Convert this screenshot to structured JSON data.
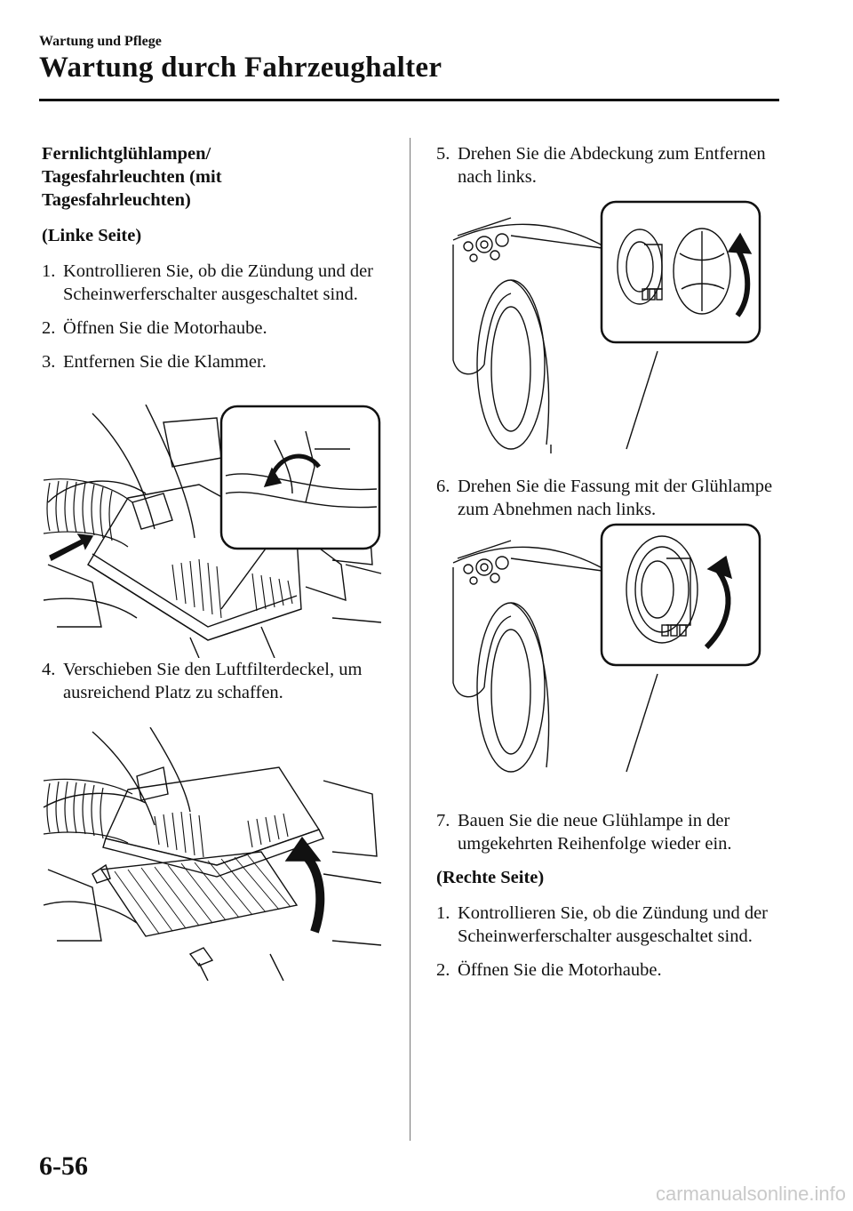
{
  "header": {
    "section": "Wartung und Pflege",
    "title": "Wartung durch Fahrzeughalter"
  },
  "left_column": {
    "heading": "Fernlichtglühlampen/ Tagesfahrleuchten (mit Tagesfahrleuchten)",
    "subheading": "(Linke Seite)",
    "steps": [
      {
        "num": "1.",
        "text": "Kontrollieren Sie, ob die Zündung und der Scheinwerferschalter ausgeschaltet sind."
      },
      {
        "num": "2.",
        "text": "Öffnen Sie die Motorhaube."
      },
      {
        "num": "3.",
        "text": "Entfernen Sie die Klammer."
      },
      {
        "num": "4.",
        "text": "Verschieben Sie den Luftfilterdeckel, um ausreichend Platz zu schaffen."
      }
    ]
  },
  "right_column": {
    "steps_a": [
      {
        "num": "5.",
        "text": "Drehen Sie die Abdeckung zum Entfernen nach links."
      },
      {
        "num": "6.",
        "text": "Drehen Sie die Fassung mit der Glühlampe zum Abnehmen nach links."
      },
      {
        "num": "7.",
        "text": "Bauen Sie die neue Glühlampe in der umgekehrten Reihenfolge wieder ein."
      }
    ],
    "subheading": "(Rechte Seite)",
    "steps_b": [
      {
        "num": "1.",
        "text": "Kontrollieren Sie, ob die Zündung und der Scheinwerferschalter ausgeschaltet sind."
      },
      {
        "num": "2.",
        "text": "Öffnen Sie die Motorhaube."
      }
    ]
  },
  "footer": {
    "page_number": "6-56",
    "watermark": "carmanualsonline.info"
  }
}
